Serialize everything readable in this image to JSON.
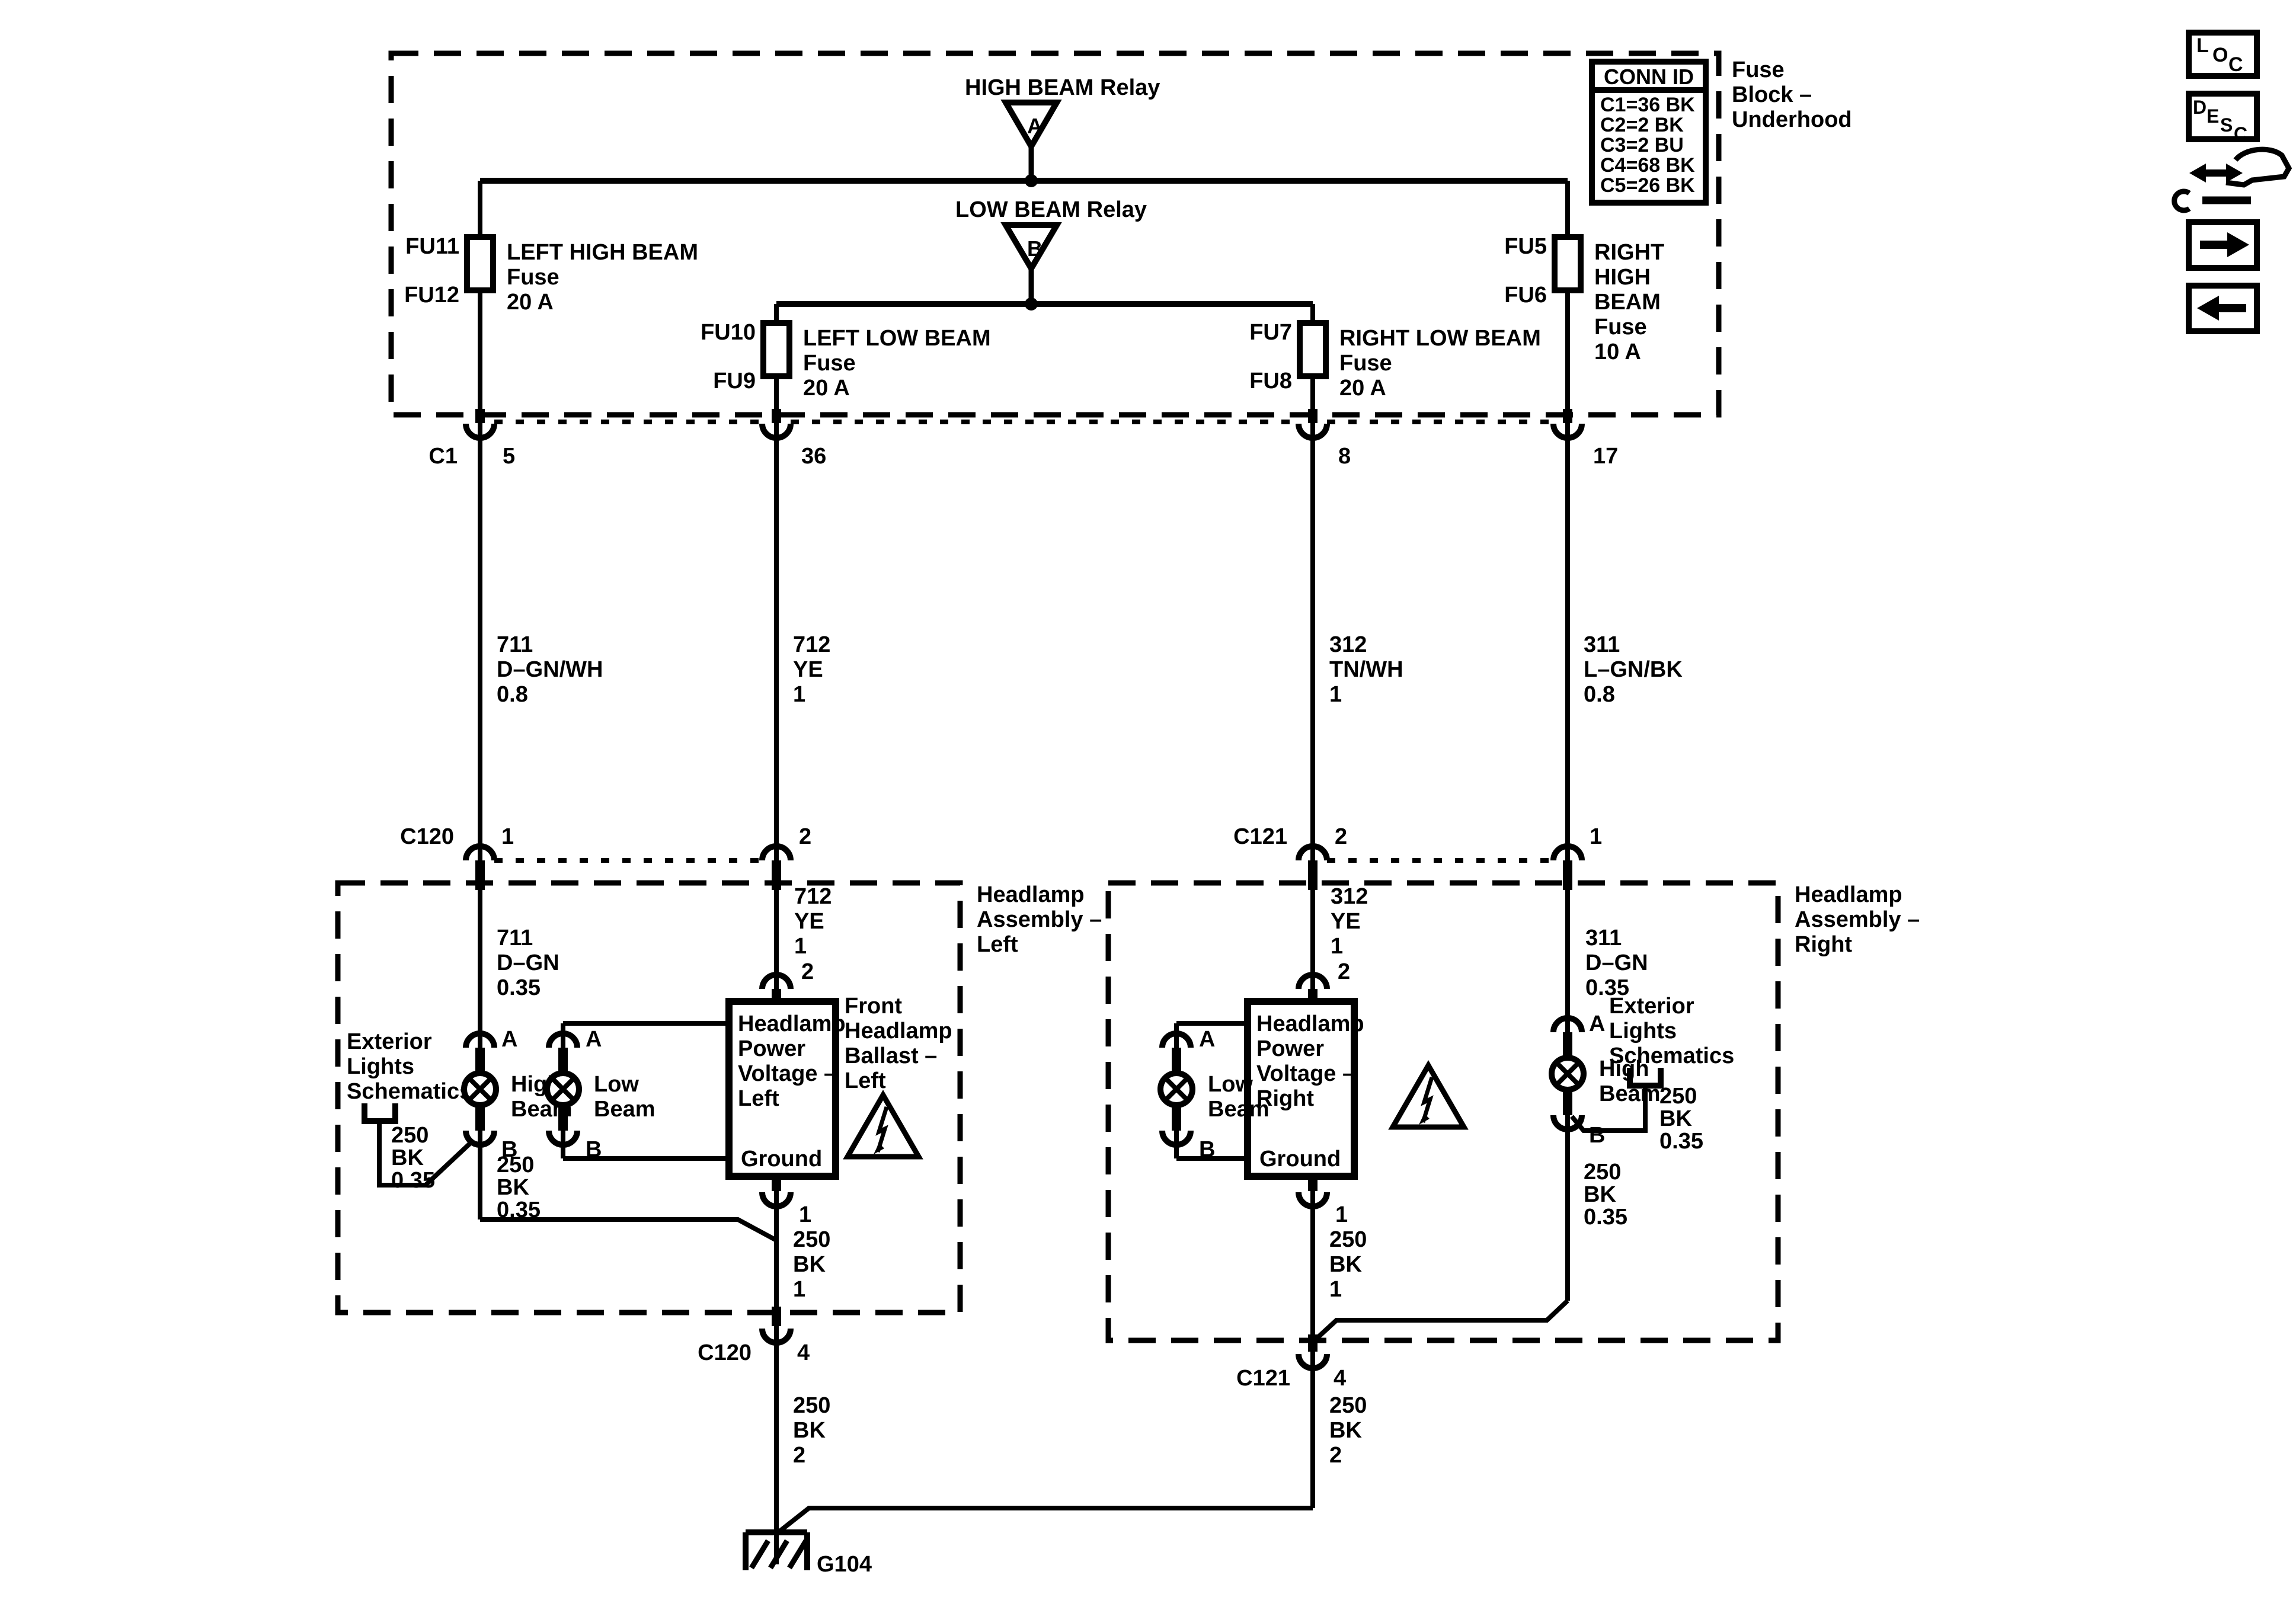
{
  "diagram": {
    "fuse_block": {
      "label_lines": [
        "Fuse",
        "Block –",
        "Underhood"
      ],
      "conn_id": {
        "header": "CONN ID",
        "rows": [
          "C1=36 BK",
          "C2=2 BK",
          "C3=2 BU",
          "C4=68 BK",
          "C5=26 BK"
        ]
      },
      "high_beam_relay": {
        "label": "HIGH BEAM Relay",
        "letter": "A"
      },
      "low_beam_relay": {
        "label": "LOW BEAM Relay",
        "letter": "B"
      },
      "fuse_fu11": {
        "top": "FU11",
        "bottom": "FU12",
        "lines": [
          "LEFT HIGH BEAM",
          "Fuse",
          "20 A"
        ]
      },
      "fuse_fu10": {
        "top": "FU10",
        "bottom": "FU9",
        "lines": [
          "LEFT LOW BEAM",
          "Fuse",
          "20 A"
        ]
      },
      "fuse_fu7": {
        "top": "FU7",
        "bottom": "FU8",
        "lines": [
          "RIGHT LOW BEAM",
          "Fuse",
          "20 A"
        ]
      },
      "fuse_fu5": {
        "top": "FU5",
        "bottom": "FU6",
        "lines": [
          "RIGHT",
          "HIGH",
          "BEAM",
          "Fuse",
          "10 A"
        ]
      }
    },
    "c1": {
      "label": "C1",
      "pin1": "5",
      "pin2": "36",
      "pin3": "8",
      "pin4": "17"
    },
    "wire_711_upper": [
      "711",
      "D–GN/WH",
      "0.8"
    ],
    "wire_712_upper": [
      "712",
      "YE",
      "1"
    ],
    "wire_312_upper": [
      "312",
      "TN/WH",
      "1"
    ],
    "wire_311_upper": [
      "311",
      "L–GN/BK",
      "0.8"
    ],
    "c120_top": {
      "label": "C120",
      "pin_left": "1",
      "pin_right": "2"
    },
    "c121_top": {
      "label": "C121",
      "pin_left": "2",
      "pin_right": "1"
    },
    "left_assembly": {
      "label_lines": [
        "Headlamp",
        "Assembly –",
        "Left"
      ],
      "wire_711_lower": [
        "711",
        "D–GN",
        "0.35"
      ],
      "wire_712_lower": [
        "712",
        "YE",
        "1"
      ],
      "module_pin_top": "2",
      "module_lines": [
        "Headlamp",
        "Power",
        "Voltage –",
        "Left"
      ],
      "module_ground": "Ground",
      "module_ground_pin": "1",
      "module_ground_wire": [
        "250",
        "BK",
        "1"
      ],
      "ballast_lines": [
        "Front",
        "Headlamp",
        "Ballast –",
        "Left"
      ],
      "exterior_lines": [
        "Exterior",
        "Lights",
        "Schematics"
      ],
      "exterior_wire": [
        "250",
        "BK",
        "0.35"
      ],
      "high_beam": {
        "pin_a": "A",
        "pin_b": "B",
        "name_lines": [
          "High",
          "Beam"
        ]
      },
      "low_beam": {
        "pin_a": "A",
        "pin_b": "B",
        "name_lines": [
          "Low",
          "Beam"
        ]
      },
      "high_beam_ground_wire": [
        "250",
        "BK",
        "0.35"
      ]
    },
    "right_assembly": {
      "label_lines": [
        "Headlamp",
        "Assembly –",
        "Right"
      ],
      "wire_312_lower": [
        "312",
        "YE",
        "1"
      ],
      "wire_311_lower": [
        "311",
        "D–GN",
        "0.35"
      ],
      "module_pin_top": "2",
      "module_lines": [
        "Headlamp",
        "Power",
        "Voltage –",
        "Right"
      ],
      "module_ground": "Ground",
      "module_ground_pin": "1",
      "module_ground_wire": [
        "250",
        "BK",
        "1"
      ],
      "exterior_lines": [
        "Exterior",
        "Lights",
        "Schematics"
      ],
      "exterior_wire": [
        "250",
        "BK",
        "0.35"
      ],
      "high_beam": {
        "pin_a": "A",
        "pin_b": "B",
        "name_lines": [
          "High",
          "Beam"
        ]
      },
      "low_beam": {
        "pin_a": "A",
        "pin_b": "B",
        "name_lines": [
          "Low",
          "Beam"
        ]
      },
      "high_beam_ground_wire": [
        "250",
        "BK",
        "0.35"
      ]
    },
    "c120_bottom": {
      "label": "C120",
      "pin": "4",
      "wire": [
        "250",
        "BK",
        "2"
      ]
    },
    "c121_bottom": {
      "label": "C121",
      "pin": "4",
      "wire": [
        "250",
        "BK",
        "2"
      ]
    },
    "ground": {
      "label": "G104"
    },
    "side_panel": {
      "loc_letters": [
        "L",
        "O",
        "C"
      ],
      "desc_letters": [
        "D",
        "E",
        "S",
        "C"
      ]
    }
  }
}
